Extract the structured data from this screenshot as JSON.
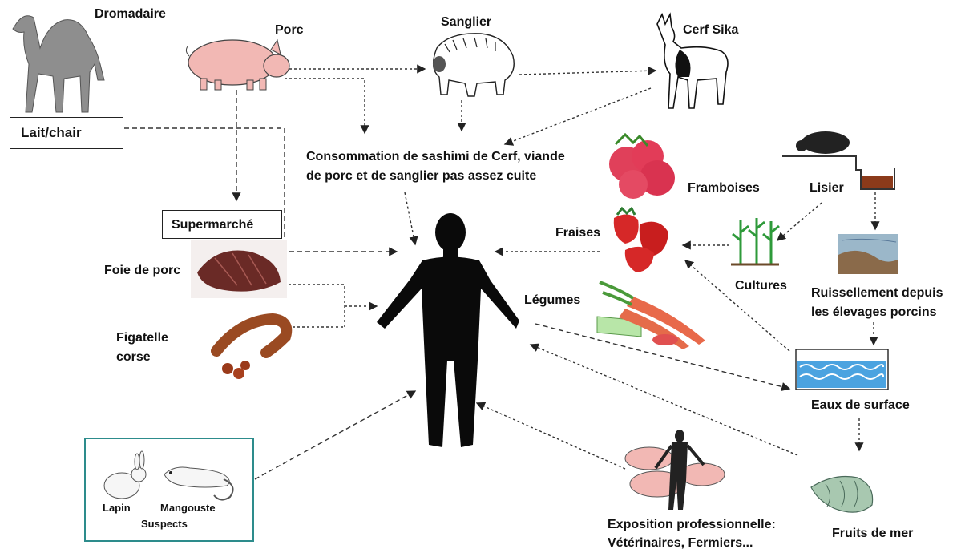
{
  "labels": {
    "dromadaire": "Dromadaire",
    "lait_chair": "Lait/chair",
    "porc": "Porc",
    "sanglier": "Sanglier",
    "cerf_sika": "Cerf Sika",
    "consommation_line1": "Consommation de sashimi de Cerf, viande",
    "consommation_line2": "de porc et de sanglier pas assez cuite",
    "supermarche": "Supermarché",
    "foie_de_porc": "Foie de porc",
    "figatelle_line1": "Figatelle",
    "figatelle_line2": "corse",
    "framboises": "Framboises",
    "fraises": "Fraises",
    "legumes": "Légumes",
    "lisier": "Lisier",
    "cultures": "Cultures",
    "ruissellement_line1": "Ruissellement depuis",
    "ruissellement_line2": "les élevages porcins",
    "eaux_de_surface": "Eaux de surface",
    "fruits_de_mer": "Fruits de mer",
    "exposition_line1": "Exposition professionnelle:",
    "exposition_line2": "Vétérinaires, Fermiers...",
    "lapin": "Lapin",
    "mangouste": "Mangouste",
    "suspects": "Suspects"
  },
  "icons": [
    "camel-icon",
    "pig-icon",
    "boar-icon",
    "deer-icon",
    "human-silhouette-icon",
    "raspberry-icon",
    "strawberry-icon",
    "vegetables-icon",
    "crops-icon",
    "pig-manure-icon",
    "runoff-landscape-icon",
    "surface-water-icon",
    "seashell-icon",
    "farmer-pigs-icon",
    "pork-liver-icon",
    "figatelle-sausage-icon",
    "rabbit-icon",
    "mongoose-icon"
  ],
  "colors": {
    "suspects_border": "#2d8c8c",
    "arrow": "#222222"
  }
}
